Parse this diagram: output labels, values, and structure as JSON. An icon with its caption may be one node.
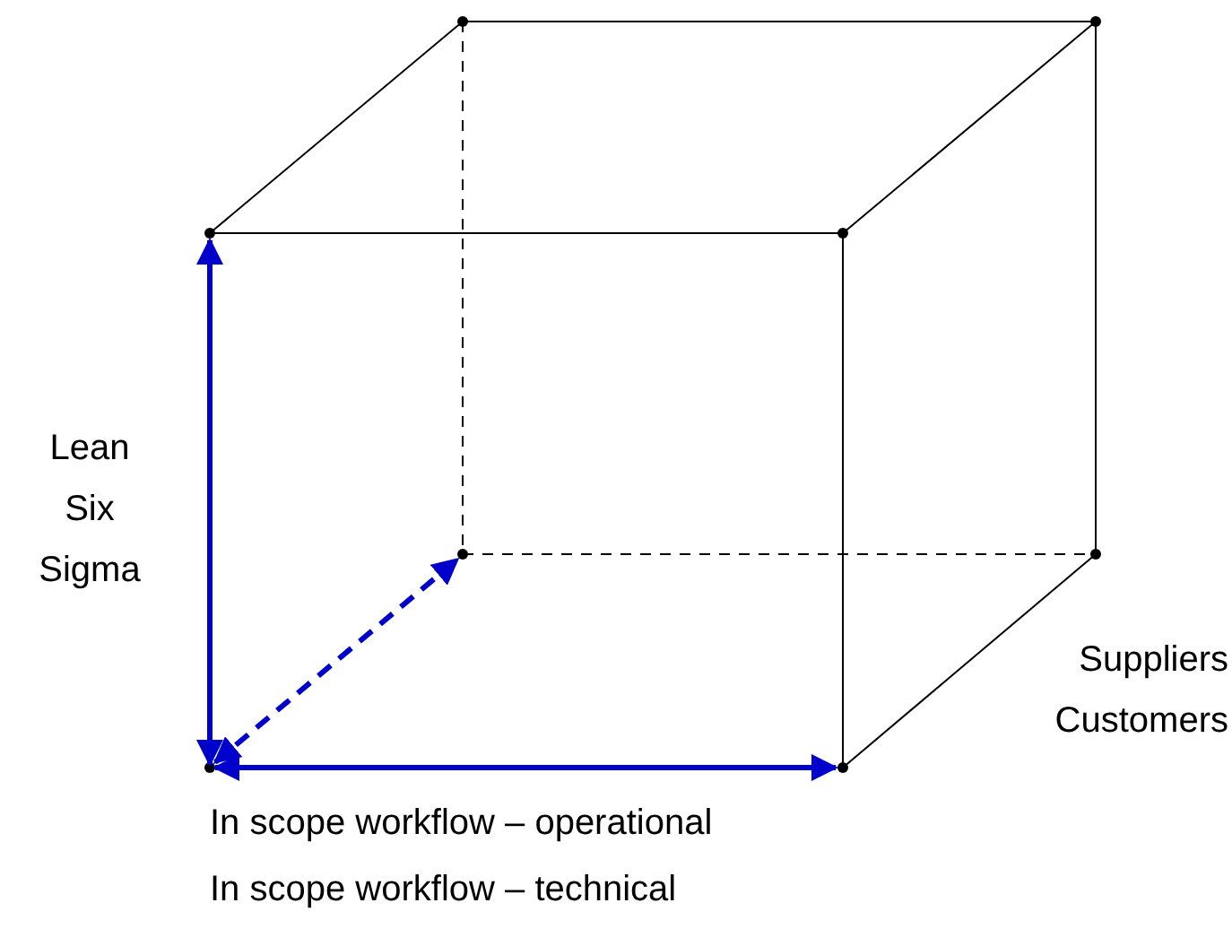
{
  "diagram": {
    "labels": [
      "Lean Six Sigma",
      "Suppliers",
      "Customers",
      "In scope workflow – operational",
      "In scope workflow – technical"
    ]
  }
}
